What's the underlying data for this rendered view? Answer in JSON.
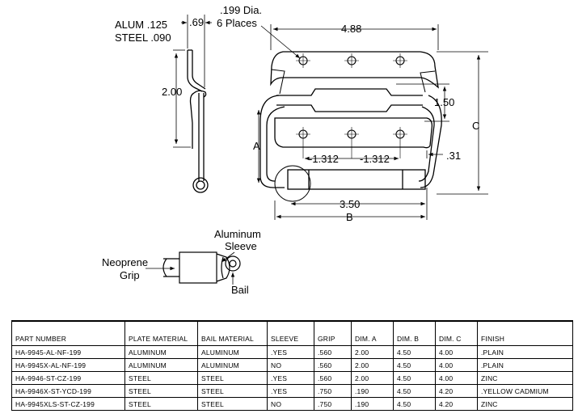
{
  "labels": {
    "alum_thickness": "ALUM .125",
    "steel_thickness": "STEEL .090",
    "offset": ".69",
    "hole_dia_line1": ".199 Dia.",
    "hole_dia_line2": "6 Places",
    "height_side": "2.00",
    "width_top": "4.88",
    "dim_150": "1.50",
    "dim_c": "C",
    "dim_a": "A",
    "spacing_left": "-1.312",
    "spacing_right": "-1.312",
    "edge_offset": ".31",
    "grip_span": "3.50",
    "dim_b": "B",
    "sleeve_line1": "Aluminum",
    "sleeve_line2": "Sleeve",
    "grip_line1": "Neoprene",
    "grip_line2": "Grip",
    "bail": "Bail"
  },
  "table": {
    "headers": [
      "PART NUMBER",
      "PLATE MATERIAL",
      "BAIL MATERIAL",
      "SLEEVE",
      "GRIP",
      "DIM. A",
      "DIM. B",
      "DIM. C",
      "FINISH"
    ],
    "rows": [
      [
        "HA-9945-AL-NF-199",
        "ALUMINUM",
        "ALUMINUM",
        ".YES",
        ".560",
        "2.00",
        "4.50",
        "4.00",
        ".PLAIN"
      ],
      [
        "HA-9945X-AL-NF-199",
        "ALUMINUM",
        "ALUMINUM",
        "NO",
        ".560",
        "2.00",
        "4.50",
        "4.00",
        ".PLAIN"
      ],
      [
        "HA-9946-ST-CZ-199",
        "STEEL",
        "STEEL",
        ".YES",
        ".560",
        "2.00",
        "4.50",
        "4.00",
        "ZINC"
      ],
      [
        "HA-9946X-ST-YCD-199",
        "STEEL",
        "STEEL",
        ".YES",
        ".750",
        ".190",
        "4.50",
        "4.20",
        ".YELLOW CADMIUM"
      ],
      [
        "HA-9945XLS-ST-CZ-199",
        "STEEL",
        "STEEL",
        "NO",
        ".750",
        ".190",
        "4.50",
        "4.20",
        "ZINC"
      ]
    ]
  }
}
